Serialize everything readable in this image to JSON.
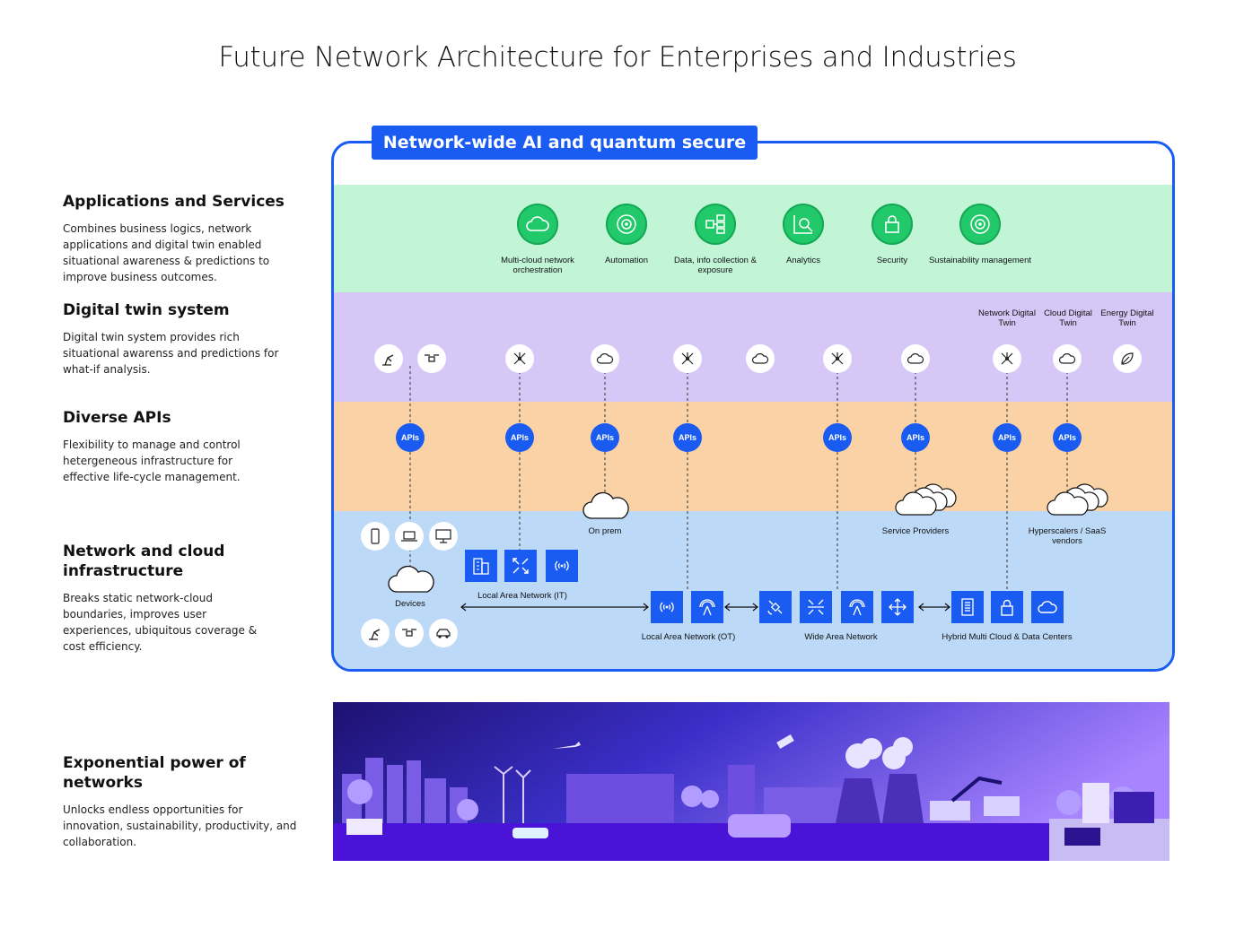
{
  "title": "Future Network Architecture for Enterprises and Industries",
  "tab_label": "Network-wide AI and quantum secure",
  "layers": [
    {
      "title": "Applications and Services",
      "description": "Combines business logics, network applications and digital twin enabled situational awareness & predictions to improve business outcomes."
    },
    {
      "title": "Digital twin system",
      "description": "Digital twin system provides rich situational awarenss and predictions for what-if analysis."
    },
    {
      "title": "Diverse APIs",
      "description": "Flexibility to manage and control hetergeneous infrastructure for effective life-cycle management."
    },
    {
      "title": "Network and cloud infrastructure",
      "description": "Breaks static network-cloud boundaries, improves user experiences, ubiquitous coverage & cost efficiency."
    },
    {
      "title": "Exponential power of networks",
      "description": "Unlocks endless opportunities for innovation, sustainability, productivity, and collaboration."
    }
  ],
  "apps": [
    {
      "label": "Multi-cloud network orchestration",
      "icon": "cloud-icon"
    },
    {
      "label": "Automation",
      "icon": "automation-gear-icon"
    },
    {
      "label": "Data, info collection & exposure",
      "icon": "database-icon"
    },
    {
      "label": "Analytics",
      "icon": "analytics-icon"
    },
    {
      "label": "Security",
      "icon": "lock-icon"
    },
    {
      "label": "Sustainability management",
      "icon": "sustainability-gear-icon"
    }
  ],
  "twin_labels": {
    "network": "Network Digital Twin",
    "cloud": "Cloud Digital Twin",
    "energy": "Energy Digital Twin"
  },
  "api_label": "APIs",
  "infra_labels": {
    "on_prem": "On prem",
    "service_providers": "Service Providers",
    "hyperscalers": "Hyperscalers / SaaS vendors",
    "devices": "Devices",
    "lan_it": "Local Area Network (IT)",
    "lan_ot": "Local Area Network (OT)",
    "wan": "Wide Area Network",
    "hybrid": "Hybrid Multi Cloud & Data Centers"
  },
  "colors": {
    "brand_blue": "#1a5cf2",
    "apps_band": "#c2f5d6",
    "twin_band": "#d6c7f6",
    "apis_band": "#fbd2a5",
    "infra_band": "#bcd9f8",
    "app_icon_green": "#22c96a"
  }
}
